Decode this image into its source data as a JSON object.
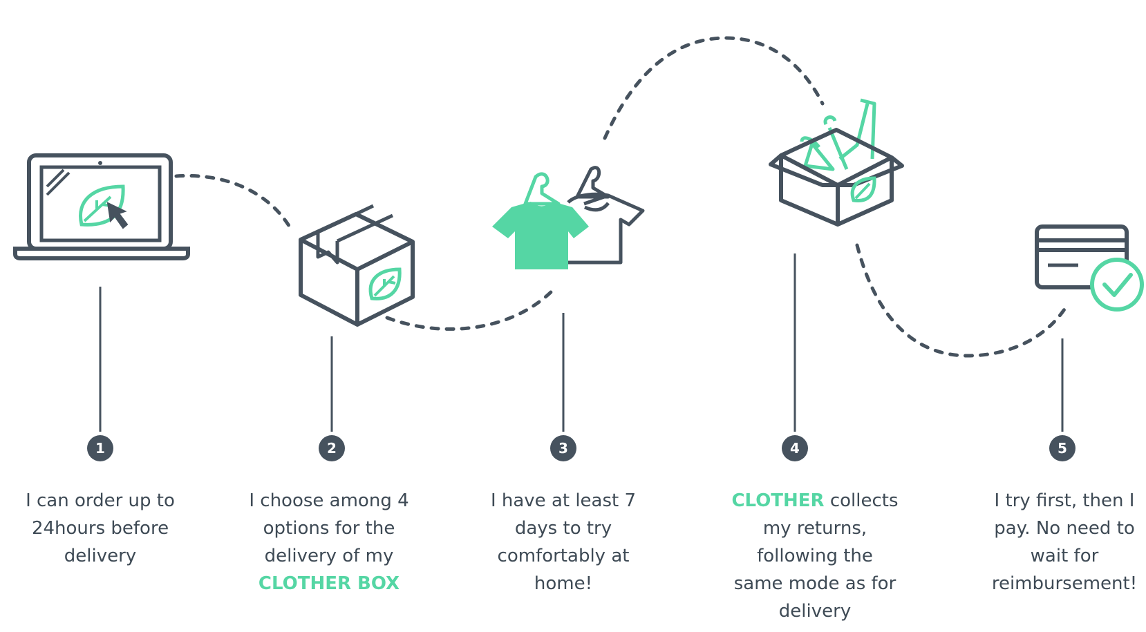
{
  "colors": {
    "accent": "#55D6A4",
    "dark": "#46525E",
    "text": "#3E4A55"
  },
  "steps": [
    {
      "number": "1",
      "icon": "laptop-leaf-icon",
      "lines": [
        "I can order up to",
        "24hours before",
        "delivery"
      ]
    },
    {
      "number": "2",
      "icon": "box-leaf-icon",
      "lines": [
        "I choose among 4",
        "options for the",
        "delivery of my"
      ],
      "highlight_line": "CLOTHER BOX"
    },
    {
      "number": "3",
      "icon": "tshirts-hangers-icon",
      "lines": [
        "I have at least 7",
        "days to try",
        "comfortably at",
        "home!"
      ]
    },
    {
      "number": "4",
      "icon": "open-box-hangers-icon",
      "lead_highlight": "CLOTHER",
      "lead_rest": " collects",
      "lines": [
        "my returns,",
        "following the",
        "same mode as for",
        "delivery"
      ]
    },
    {
      "number": "5",
      "icon": "card-check-icon",
      "lines": [
        "I try first, then I",
        "pay. No need to",
        "wait for",
        "reimbursement!"
      ]
    }
  ]
}
